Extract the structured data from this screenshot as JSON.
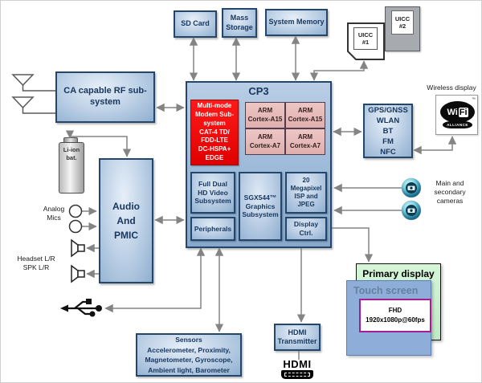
{
  "storage": {
    "sd_card": "SD Card",
    "mass_storage": "Mass\nStorage",
    "system_memory": "System Memory"
  },
  "uicc": {
    "card1": "UICC\n#1",
    "card2": "UICC\n#2"
  },
  "rf": {
    "label": "CA capable RF sub-\nsystem"
  },
  "power": {
    "battery": "Li-ion\nbat."
  },
  "audio": {
    "label": "Audio\nAnd\nPMIC",
    "mics_label": "Analog\nMics",
    "headset_label": "Headset L/R\nSPK L/R"
  },
  "cp3": {
    "title": "CP3",
    "modem": "Multi-mode\nModem Sub-\nsystem\nCAT-4 TD/\nFDD-LTE\nDC-HSPA+\nEDGE",
    "arm_a15": "ARM\nCortex-A15",
    "arm_a7": "ARM\nCortex-A7",
    "video": "Full Dual\nHD Video\nSubsystem",
    "graphics": "SGX544™\nGraphics\nSubsystem",
    "isp": "20\nMegapixel\nISP and JPEG",
    "peripherals": "Peripherals",
    "display_ctrl": "Display Ctrl."
  },
  "connectivity": {
    "label": "GPS/GNSS\nWLAN\nBT\nFM\nNFC"
  },
  "wireless_display": {
    "label": "Wireless display",
    "wifi_wi": "Wi",
    "wifi_fi": "Fi",
    "alliance": "ALLIANCE",
    "tm": "™"
  },
  "cameras": {
    "label": "Main and\nsecondary\ncameras"
  },
  "sensors": {
    "title": "Sensors",
    "items": "Accelerometer, Proximity,\nMagnetometer, Gyroscope,\nAmbient light, Barometer"
  },
  "hdmi": {
    "transmitter": "HDMI\nTransmitter",
    "logo": "HDMI"
  },
  "display": {
    "primary": "Primary display",
    "touch": "Touch screen",
    "fhd": "FHD\n1920x1080p@60fps"
  },
  "colors": {
    "box_border": "#24466b",
    "box_fill": "#b6cbe2",
    "wire": "#848484",
    "modem_red": "#ee1111",
    "arm_pink": "#e7bcba",
    "display_green": "#cdf0d1",
    "touch_blue": "#8fadd9",
    "fhd_border": "#a61c96"
  }
}
